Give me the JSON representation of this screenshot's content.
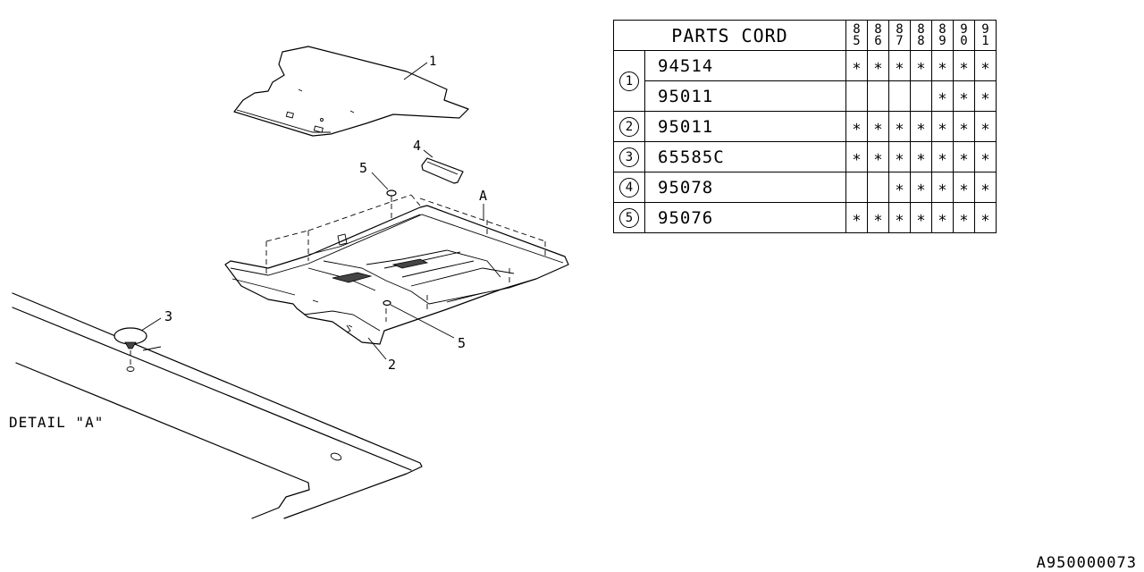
{
  "diagram": {
    "callouts": {
      "c1": "1",
      "c2": "2",
      "c3": "3",
      "c4": "4",
      "c5a": "5",
      "c5b": "5",
      "cA": "A"
    },
    "detail_label": "DETAIL \"A\""
  },
  "table": {
    "title": "PARTS CORD",
    "year_headers": [
      [
        "8",
        "5"
      ],
      [
        "8",
        "6"
      ],
      [
        "8",
        "7"
      ],
      [
        "8",
        "8"
      ],
      [
        "8",
        "9"
      ],
      [
        "9",
        "0"
      ],
      [
        "9",
        "1"
      ]
    ],
    "mark_symbol": "∗",
    "rows": [
      {
        "ref": "1",
        "part_no": "94514",
        "marks": [
          true,
          true,
          true,
          true,
          true,
          true,
          true
        ]
      },
      {
        "ref": "",
        "part_no": "95011",
        "marks": [
          false,
          false,
          false,
          false,
          true,
          true,
          true
        ]
      },
      {
        "ref": "2",
        "part_no": "95011",
        "marks": [
          true,
          true,
          true,
          true,
          true,
          true,
          true
        ]
      },
      {
        "ref": "3",
        "part_no": "65585C",
        "marks": [
          true,
          true,
          true,
          true,
          true,
          true,
          true
        ]
      },
      {
        "ref": "4",
        "part_no": "95078",
        "marks": [
          false,
          false,
          true,
          true,
          true,
          true,
          true
        ]
      },
      {
        "ref": "5",
        "part_no": "95076",
        "marks": [
          true,
          true,
          true,
          true,
          true,
          true,
          true
        ]
      }
    ]
  },
  "catalog_number": "A950000073"
}
